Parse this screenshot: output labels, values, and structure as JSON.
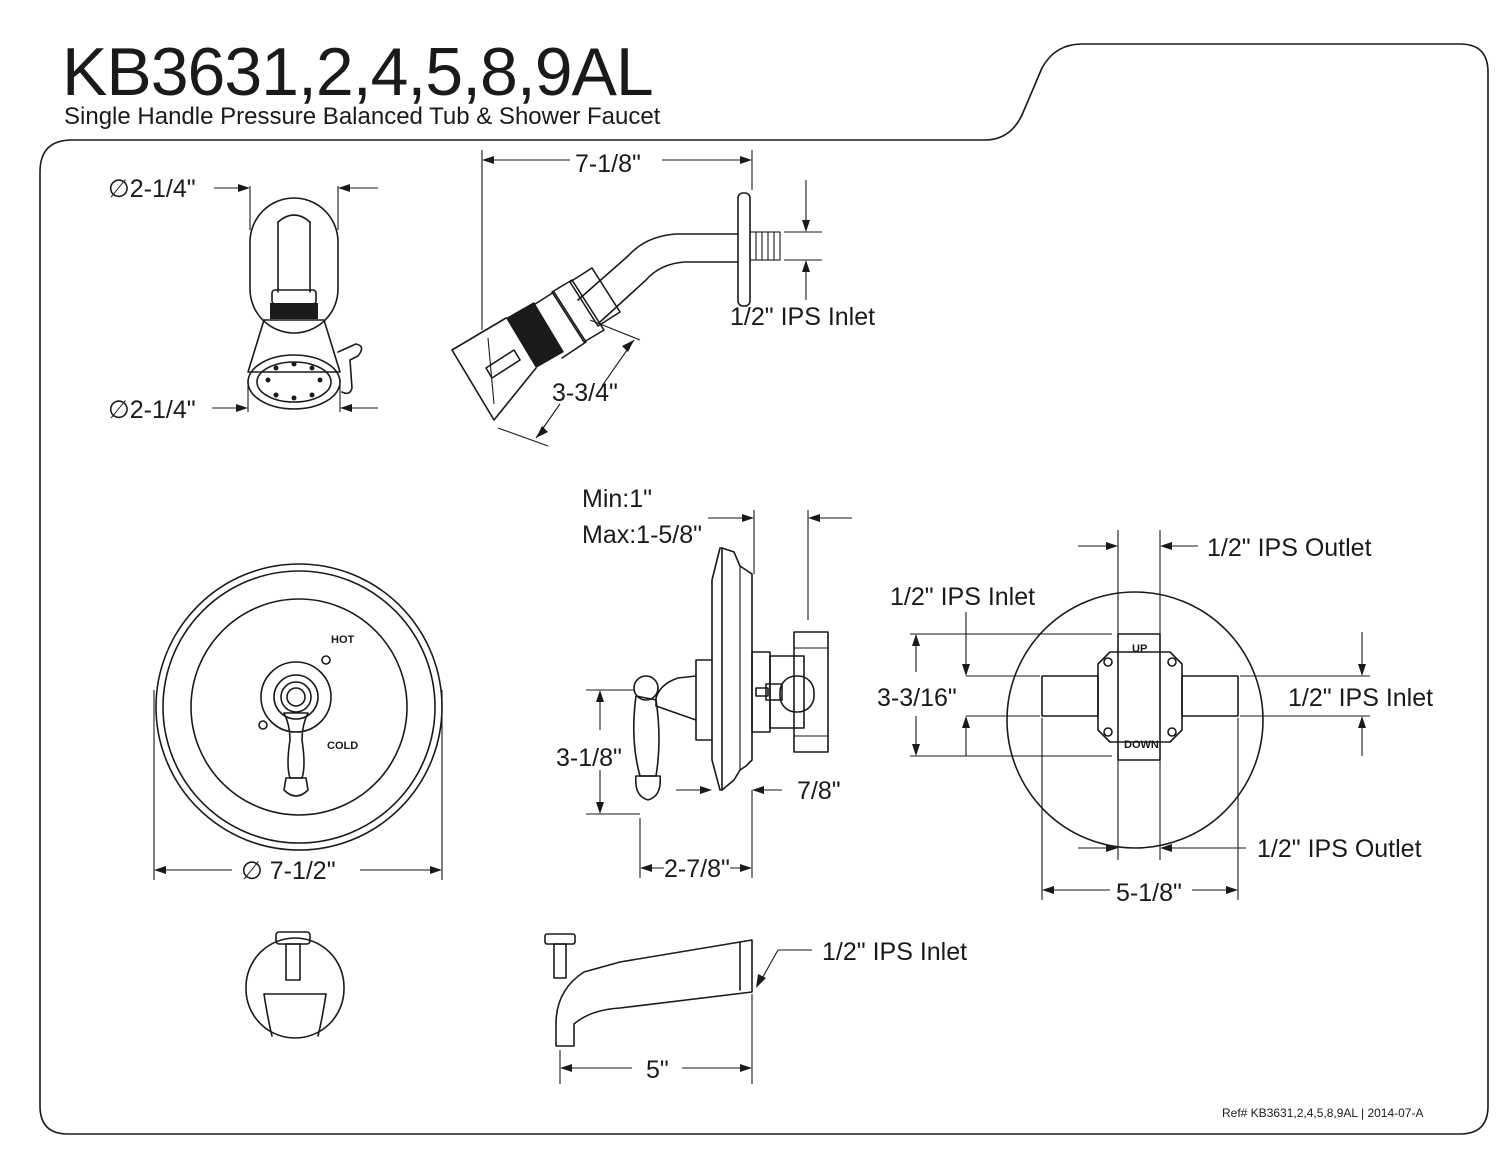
{
  "header": {
    "title": "KB3631,2,4,5,8,9AL",
    "subtitle": "Single Handle Pressure Balanced Tub & Shower Faucet"
  },
  "shower_head_front": {
    "flange_diameter": "∅2-1/4\"",
    "head_diameter": "∅2-1/4\""
  },
  "shower_arm_side": {
    "arm_length": "7-1/8\"",
    "inlet": "1/2\" IPS Inlet",
    "head_length": "3-3/4\""
  },
  "trim_plate_front": {
    "hot_label": "HOT",
    "cold_label": "COLD",
    "plate_diameter": "∅ 7-1/2\""
  },
  "valve_side": {
    "depth_min": "Min:1\"",
    "depth_max": "Max:1-5/8\"",
    "handle_height": "3-1/8\"",
    "wall_depth": "7/8\"",
    "handle_projection": "2-7/8\""
  },
  "valve_body": {
    "outlet_top": "1/2\" IPS Outlet",
    "inlet_left": "1/2\" IPS Inlet",
    "inlet_right": "1/2\" IPS Inlet",
    "outlet_bottom": "1/2\" IPS Outlet",
    "height": "3-3/16\"",
    "width": "5-1/8\"",
    "up_label": "UP",
    "down_label": "DOWN"
  },
  "tub_spout": {
    "inlet": "1/2\" IPS Inlet",
    "length": "5\""
  },
  "footer": {
    "reference": "Ref# KB3631,2,4,5,8,9AL | 2014-07-A"
  }
}
